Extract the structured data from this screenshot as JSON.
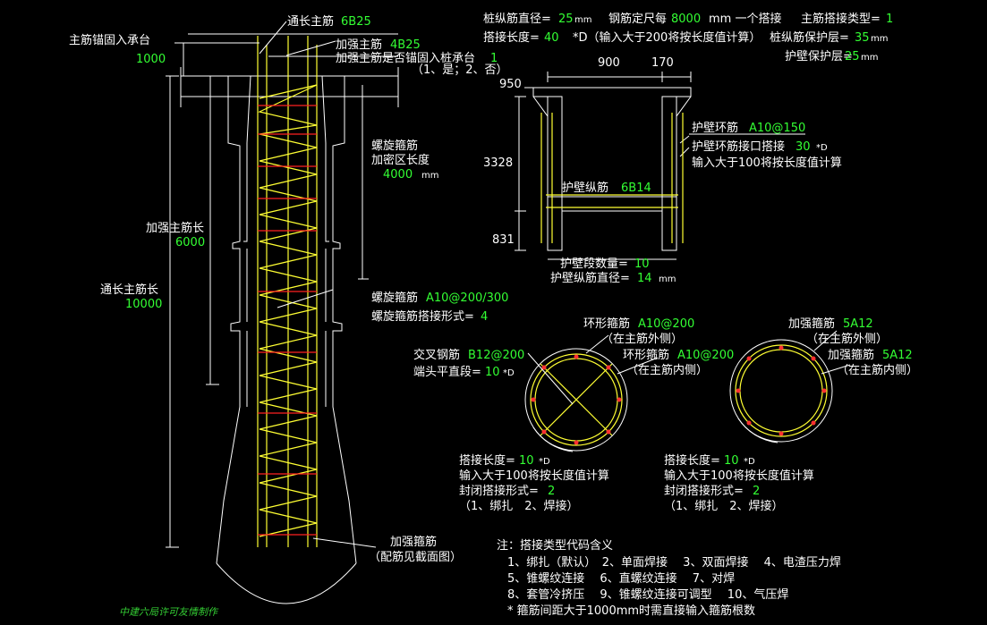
{
  "pile": {
    "anchor_label": "主筋锚固入承台",
    "anchor_value": "1000",
    "through_label": "通长主筋",
    "through_value": "6B25",
    "strengthen_label": "加强主筋",
    "strengthen_value": "4B25",
    "anchor_q": "加强主筋是否锚固入桩承台",
    "anchor_q_value": "1",
    "anchor_q_opts": "（1、是；2、否）",
    "spiral_dense_1": "螺旋箍筋",
    "spiral_dense_2": "加密区长度",
    "spiral_dense_value": "4000",
    "unit_mm": "mm",
    "strengthen_len_label": "加强主筋长",
    "strengthen_len_value": "6000",
    "through_len_label": "通长主筋长",
    "through_len_value": "10000",
    "spiral_label": "螺旋箍筋",
    "spiral_value": "A10@200/300",
    "spiral_lap_label": "螺旋箍筋搭接形式=",
    "spiral_lap_value": "4",
    "hoop_label": "加强箍筋",
    "hoop_note": "（配筋见截面图）",
    "credit": "中建六局许可友情制作"
  },
  "params": {
    "dia_label": "桩纵筋直径=",
    "dia_value": "25",
    "dia_unit": "mm",
    "fix_label": "钢筋定尺每",
    "fix_value": "8000",
    "fix_tail": "mm 一个搭接",
    "lap_type_label": "主筋搭接类型=",
    "lap_type_value": "1",
    "lap_len_label": "搭接长度=",
    "lap_len_value": "40",
    "lap_len_tail": "*D（输入大于200将按长度值计算）",
    "cover_label": "桩纵筋保护层=",
    "cover_value": "35",
    "cover_unit": "mm",
    "wall_cover_label": "护壁保护层=",
    "wall_cover_value": "25",
    "wall_cover_unit": "mm"
  },
  "wall": {
    "dim_900": "900",
    "dim_170": "170",
    "dim_950": "950",
    "dim_3328": "3328",
    "dim_831": "831",
    "hoop_label": "护壁环筋",
    "hoop_value": "A10@150",
    "hoop_lap_label": "护壁环筋接口搭接",
    "hoop_lap_value": "30",
    "hoop_lap_unit": "*D",
    "hoop_lap_note": "输入大于100将按长度值计算",
    "long_label": "护壁纵筋",
    "long_value": "6B14",
    "count_label": "护壁段数量=",
    "count_value": "10",
    "long_dia_label": "护壁纵筋直径=",
    "long_dia_value": "14",
    "long_dia_unit": "mm"
  },
  "sect1": {
    "ring_label": "环形箍筋",
    "ring_value": "A10@200",
    "ring_note": "（在主筋外侧）",
    "cross_label": "交叉钢筋",
    "cross_value": "B12@200",
    "end_label": "端头平直段=",
    "end_value": "10",
    "end_unit": "*D",
    "inner_label": "环形箍筋",
    "inner_value": "A10@200",
    "inner_note": "（在主筋内侧）",
    "lap_label": "搭接长度=",
    "lap_value": "10",
    "lap_unit": "*D",
    "lap_note": "输入大于100将按长度值计算",
    "close_label": "封闭搭接形式=",
    "close_value": "2",
    "close_opts": "（1、绑扎　2、焊接）"
  },
  "sect2": {
    "outer_label": "加强箍筋",
    "outer_value": "5A12",
    "outer_note": "（在主筋外侧）",
    "inner_label": "加强箍筋",
    "inner_value": "5A12",
    "inner_note": "（在主筋内侧）",
    "lap_label": "搭接长度=",
    "lap_value": "10",
    "lap_unit": "*D",
    "lap_note": "输入大于100将按长度值计算",
    "close_label": "封闭搭接形式=",
    "close_value": "2",
    "close_opts": "（1、绑扎　2、焊接）"
  },
  "notes": {
    "title": "注：搭接类型代码含义",
    "line1": "1、绑扎（默认）　2、单面焊接　 3、双面焊接　 4、电渣压力焊",
    "line2": "5、锥螺纹连接　 6、直螺纹连接　 7、对焊",
    "line3": "8、套管冷挤压　 9、锥螺纹连接可调型　 10、气压焊",
    "line4": "* 箍筋间距大于1000mm时需直接输入箍筋根数"
  },
  "colors": {
    "background": "#000000",
    "line": "#ffffff",
    "rebar": "#ffff33",
    "hoop": "#ff2020",
    "value": "#33ff33"
  }
}
